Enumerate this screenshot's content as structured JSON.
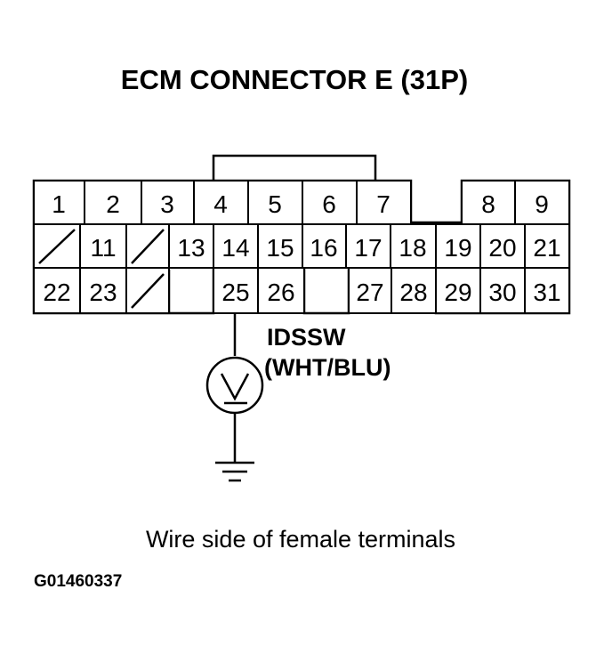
{
  "title": "ECM CONNECTOR E (31P)",
  "signal": {
    "name": "IDSSW",
    "wire_color": "(WHT/BLU)"
  },
  "meter_symbol": "V",
  "caption": "Wire side of female terminals",
  "figure_code": "G01460337",
  "pins": {
    "row1": [
      "1",
      "2",
      "3",
      "4",
      "5",
      "6",
      "7",
      "8",
      "9"
    ],
    "row2": [
      "11",
      "13",
      "14",
      "15",
      "16",
      "17",
      "18",
      "19",
      "20",
      "21"
    ],
    "row3": [
      "22",
      "23",
      "25",
      "26",
      "27",
      "28",
      "29",
      "30",
      "31"
    ]
  },
  "blank_terminals": 3,
  "probe_terminal": "25",
  "icons": [
    "voltmeter-icon",
    "ground-symbol-icon"
  ]
}
